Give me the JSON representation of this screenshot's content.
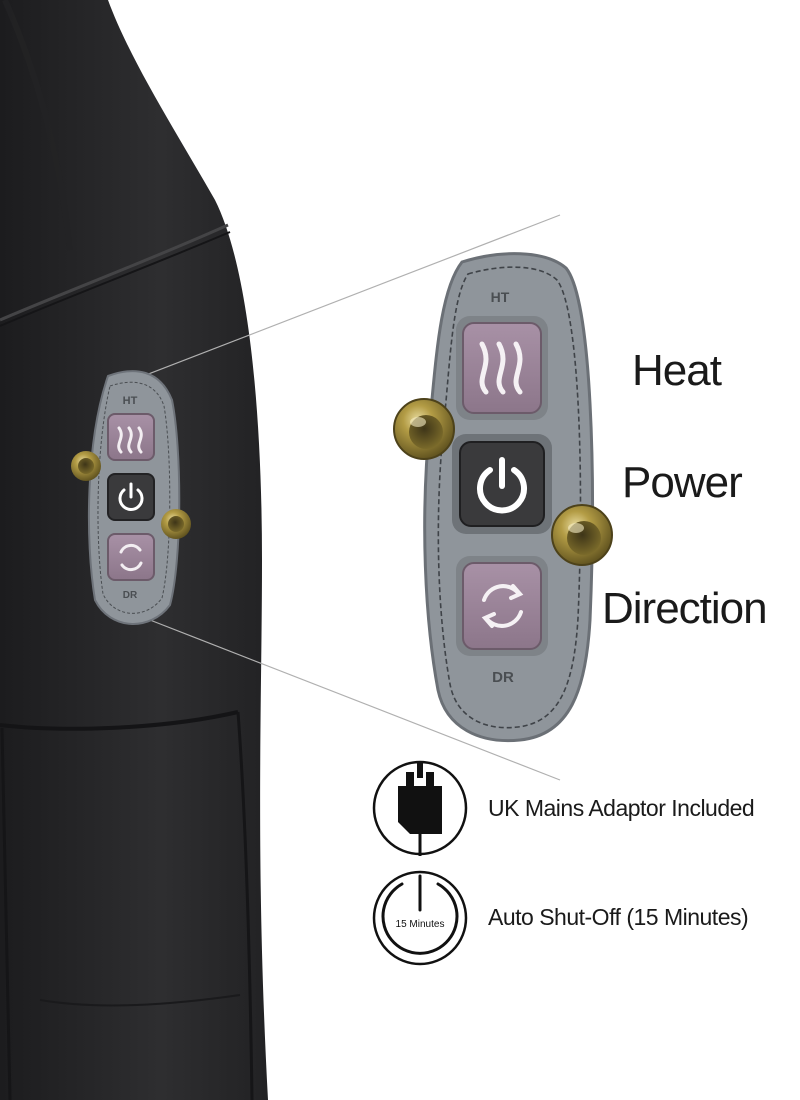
{
  "panel": {
    "top_mark": "HT",
    "bottom_mark": "DR"
  },
  "callouts": {
    "heat": "Heat",
    "power": "Power",
    "direction": "Direction"
  },
  "features": {
    "adaptor": {
      "text": "UK Mains Adaptor Included",
      "icon": "uk-plug-icon"
    },
    "shutoff": {
      "text": "Auto Shut-Off (15 Minutes)",
      "icon": "power-timer-icon",
      "badge": "15 Minutes"
    }
  },
  "colors": {
    "cushion": "#2a2a2c",
    "panel": "#8f959b",
    "button_purple": "#9a8497",
    "button_dark": "#3a3a3c",
    "knob": "#9c8a3e"
  }
}
